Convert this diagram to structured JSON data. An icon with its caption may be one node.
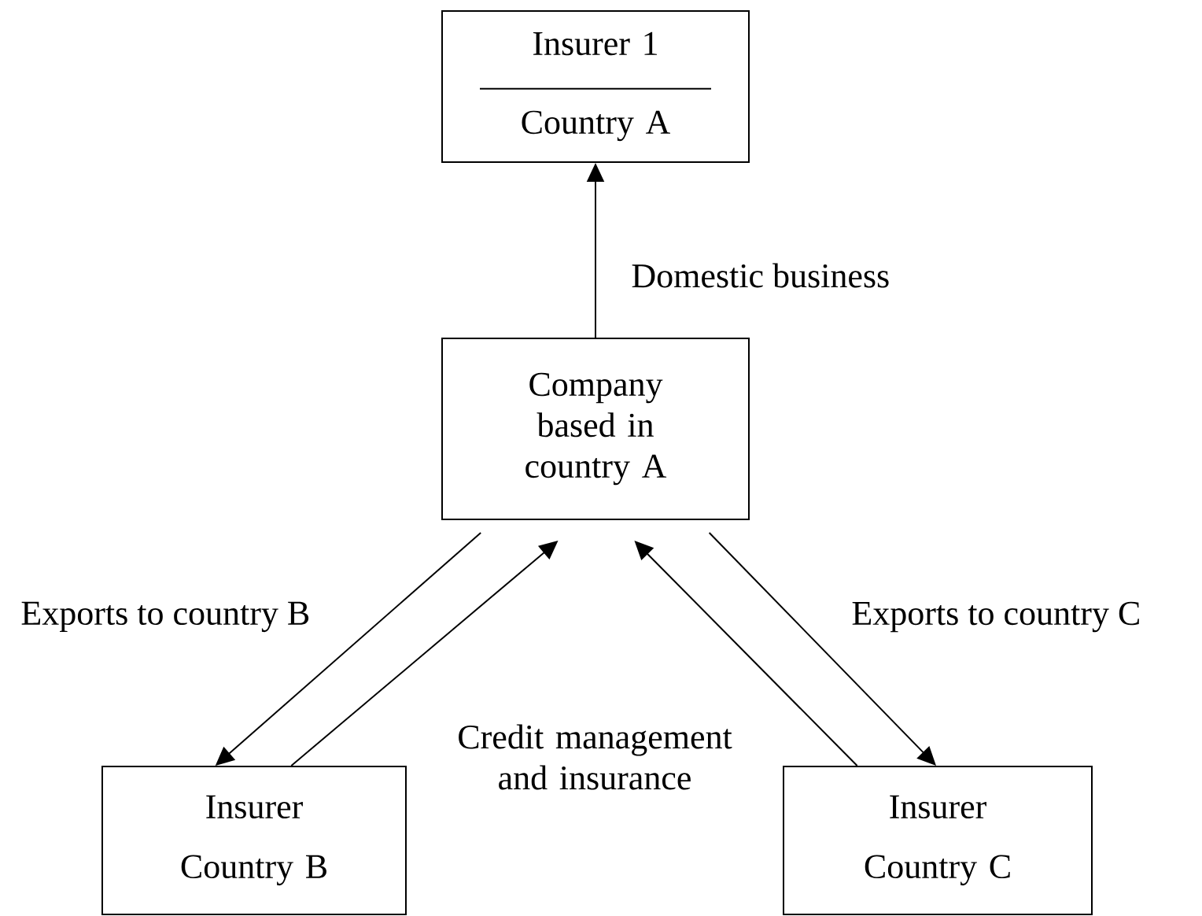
{
  "diagram": {
    "nodes": [
      {
        "text": [
          "Insurer 1",
          "Country A"
        ]
      },
      {
        "text": [
          "Company based in country A"
        ]
      },
      {
        "text": [
          "Insurer",
          "Country B"
        ]
      },
      {
        "text": [
          "Insurer",
          "Country C"
        ]
      }
    ],
    "edges": [
      {
        "from": 1,
        "to": 0,
        "arrow": "to",
        "label": "Domestic business"
      },
      {
        "from": 1,
        "to": 2,
        "arrow": "to",
        "label": "Exports to country B"
      },
      {
        "from": 2,
        "to": 1,
        "arrow": "to"
      },
      {
        "from": 3,
        "to": 1,
        "arrow": "to"
      },
      {
        "from": 1,
        "to": 3,
        "arrow": "to",
        "label": "Exports to country C"
      }
    ],
    "labels": [
      "Credit management and insurance"
    ]
  }
}
